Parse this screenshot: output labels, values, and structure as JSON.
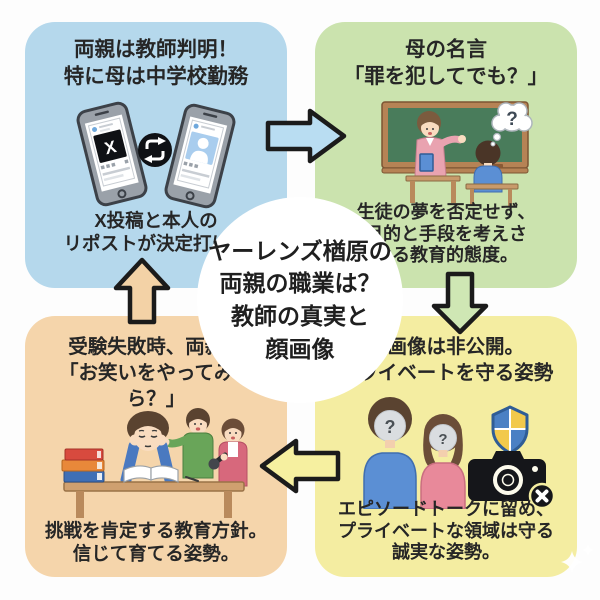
{
  "title_circle": {
    "text": "ヤーレンズ楢原の\n両親の職業は？\n教師の真実と\n顔画像"
  },
  "quadrants": {
    "top_left": {
      "bg_color": "#b5d8ec",
      "title": "両親は教師判明！\n特に母は中学校勤務",
      "caption": "X投稿と本人の\nリポストが決定打に。",
      "x_logo": "X",
      "icons": [
        "smartphone-x-post-icon",
        "repost-icon",
        "smartphone-profile-post-icon"
      ]
    },
    "top_right": {
      "bg_color": "#cbe3ae",
      "title": "母の名言\n「罪を犯してでも？」",
      "caption": "生徒の夢を否定せず、\n目的と手段を考えさ\nせる教育的態度。",
      "question_mark": "?",
      "icons": [
        "teacher-blackboard-icon",
        "student-icon",
        "question-bubble-icon"
      ]
    },
    "bottom_right": {
      "bg_color": "#f4eda1",
      "title": "顔画像は非公開。\nプライベートを守る姿勢",
      "caption": "エピソードトークに留め、\nプライベートな領域は守る\n誠実な姿勢。",
      "question_mark_man": "?",
      "question_mark_woman": "?",
      "icons": [
        "anonymous-man-icon",
        "anonymous-woman-icon",
        "shield-icon",
        "no-camera-icon",
        "sparkle-icon"
      ]
    },
    "bottom_left": {
      "bg_color": "#f5d5ab",
      "title": "受験失敗時、両親が\n「お笑いをやってみた\nら？」",
      "caption": "挑戦を肯定する教育方針。\n信じて育てる姿勢。",
      "icons": [
        "studying-student-icon",
        "books-stack-icon",
        "parents-with-mic-icon"
      ]
    }
  },
  "arrows": {
    "top": {
      "direction": "right",
      "color": "#b9ddf2"
    },
    "right": {
      "direction": "down",
      "color": "#cfe7b4"
    },
    "bottom": {
      "direction": "left",
      "color": "#f6f0a0"
    },
    "left": {
      "direction": "up",
      "color": "#f3d2a6"
    }
  },
  "outline_color": "#1b1b1b"
}
